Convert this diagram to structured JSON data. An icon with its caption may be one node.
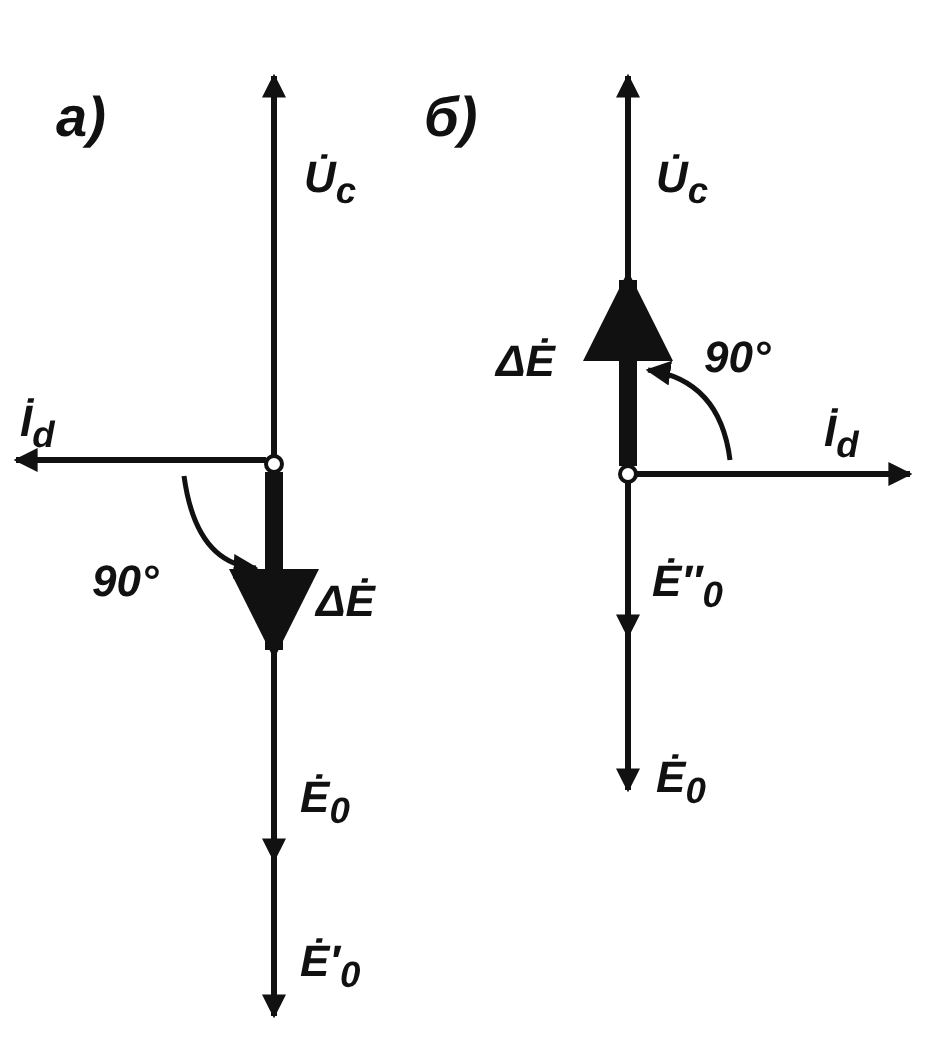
{
  "diagram": {
    "labels": [
      "а)",
      "U̇$_{c}$",
      "İ$_{d}$",
      "90°",
      "ΔĖ",
      "Ė$_{0}$",
      "Ė′$_{0}$",
      "б)",
      "U̇$_{c}$",
      "ΔĖ",
      "90°",
      "İ$_{d}$",
      "Ė″$_{0}$",
      "Ė$_{0}$"
    ]
  }
}
